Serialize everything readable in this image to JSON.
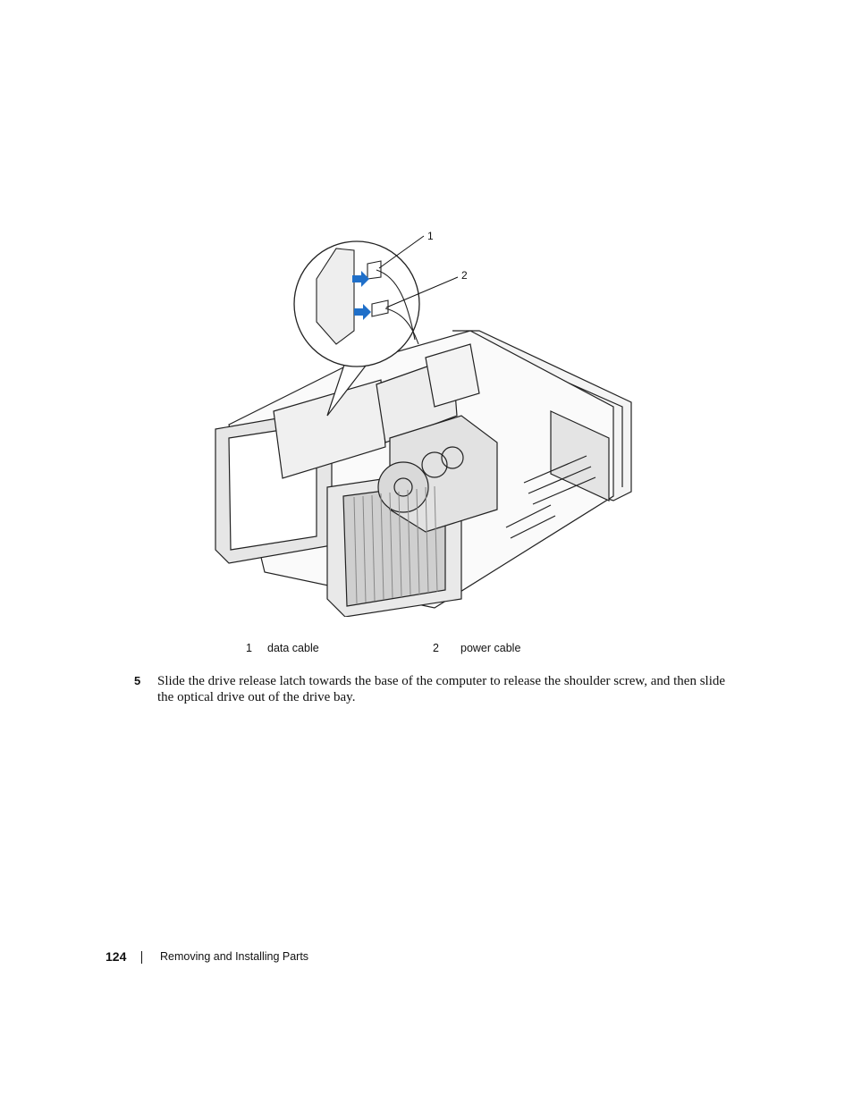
{
  "figure": {
    "callouts": [
      "1",
      "2"
    ]
  },
  "legend": [
    {
      "number": "1",
      "label": "data cable"
    },
    {
      "number": "2",
      "label": "power cable"
    }
  ],
  "step": {
    "number": "5",
    "text": "Slide the drive release latch towards the base of the computer to release the shoulder screw, and then slide the optical drive out of the drive bay."
  },
  "footer": {
    "page_number": "124",
    "section_title": "Removing and Installing Parts"
  },
  "colors": {
    "arrow": "#1f6fc9",
    "line": "#111111"
  }
}
